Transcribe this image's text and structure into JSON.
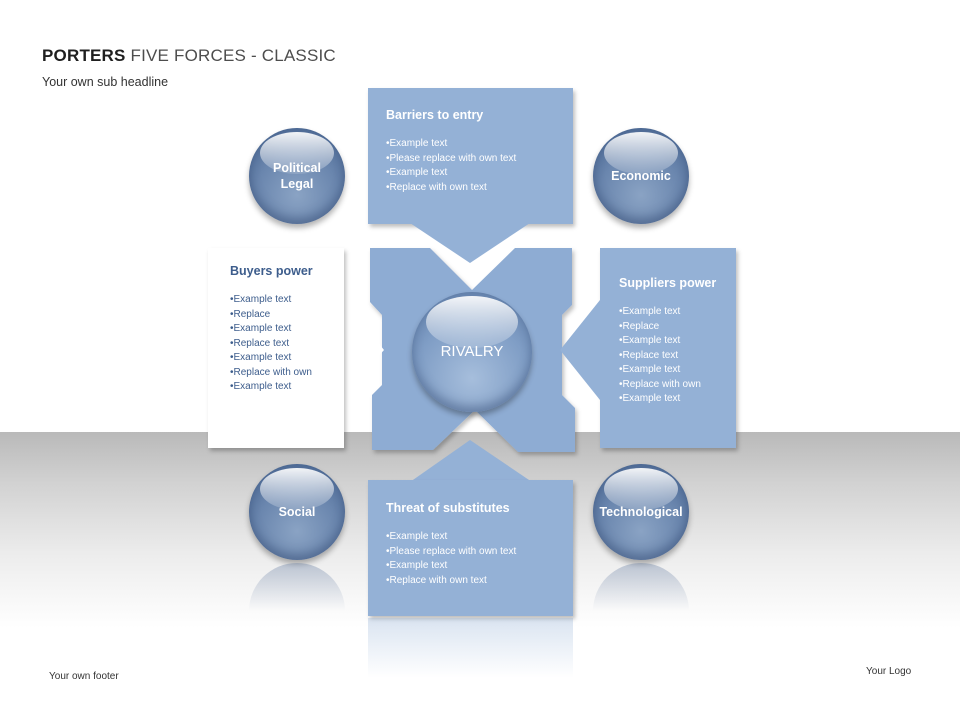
{
  "header": {
    "title_bold": "PORTERS",
    "title_rest": " FIVE FORCES - CLASSIC",
    "subtitle": "Your own sub headline"
  },
  "footer": {
    "text": "Your own footer",
    "logo": "Your Logo"
  },
  "center": {
    "label": "RIVALRY"
  },
  "forces": {
    "barriers": {
      "title": "Barriers to entry",
      "items": [
        "Example text",
        "Please replace with own text",
        "Example text",
        "Replace with own text"
      ]
    },
    "buyers": {
      "title": "Buyers power",
      "items": [
        "Example text",
        "Replace",
        "Example text",
        "Replace text",
        "Example text",
        "Replace with own",
        "Example text"
      ]
    },
    "suppliers": {
      "title": "Suppliers power",
      "items": [
        "Example text",
        "Replace",
        "Example text",
        "Replace text",
        "Example text",
        "Replace with own",
        "Example text"
      ]
    },
    "substitutes": {
      "title": "Threat of substitutes",
      "items": [
        "Example text",
        "Please replace with own text",
        "Example text",
        "Replace with own text"
      ]
    }
  },
  "pest": {
    "political": [
      "Political",
      "Legal"
    ],
    "economic": "Economic",
    "social": "Social",
    "technological": "Technological"
  },
  "colors": {
    "box_blue": "#94b1d6",
    "cross_blue": "#8eacd3",
    "buyers_heading": "#3d5d8c"
  }
}
